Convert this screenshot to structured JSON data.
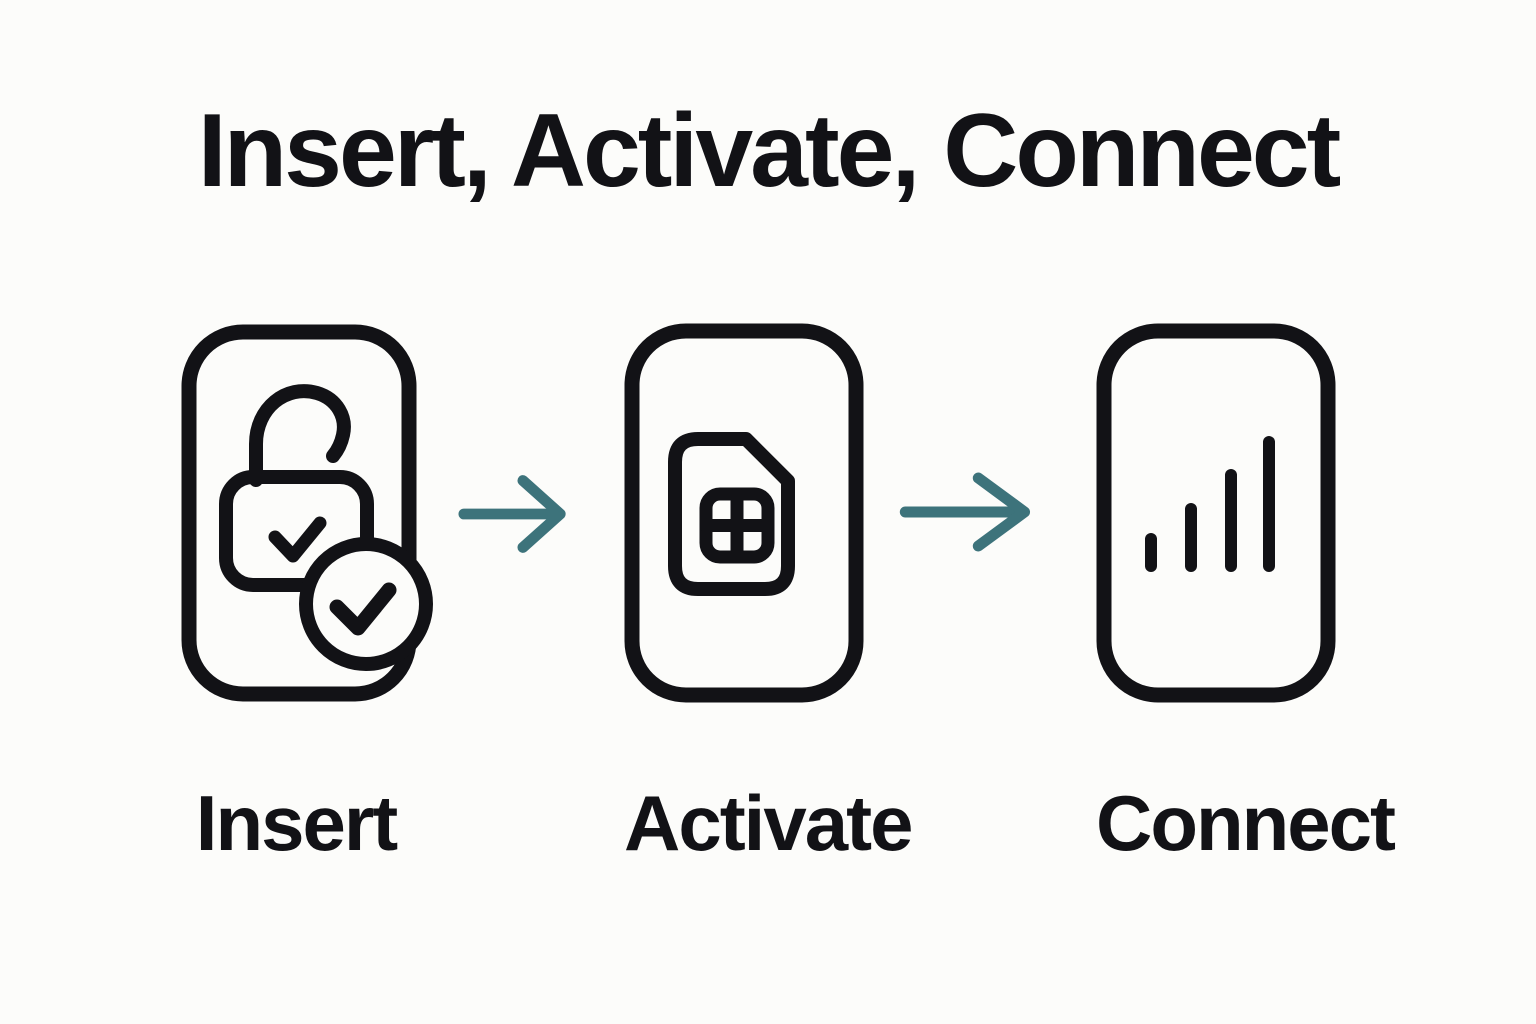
{
  "title": "Insert, Activate, Connect",
  "steps": [
    {
      "label": "Insert",
      "icon": "phone-unlock-check-icon"
    },
    {
      "label": "Activate",
      "icon": "phone-sim-card-icon"
    },
    {
      "label": "Connect",
      "icon": "phone-signal-bars-icon"
    }
  ],
  "arrows": {
    "icon": "arrow-right-icon"
  },
  "colors": {
    "background": "#fcfcfa",
    "ink": "#121216",
    "arrow": "#3d737b"
  }
}
